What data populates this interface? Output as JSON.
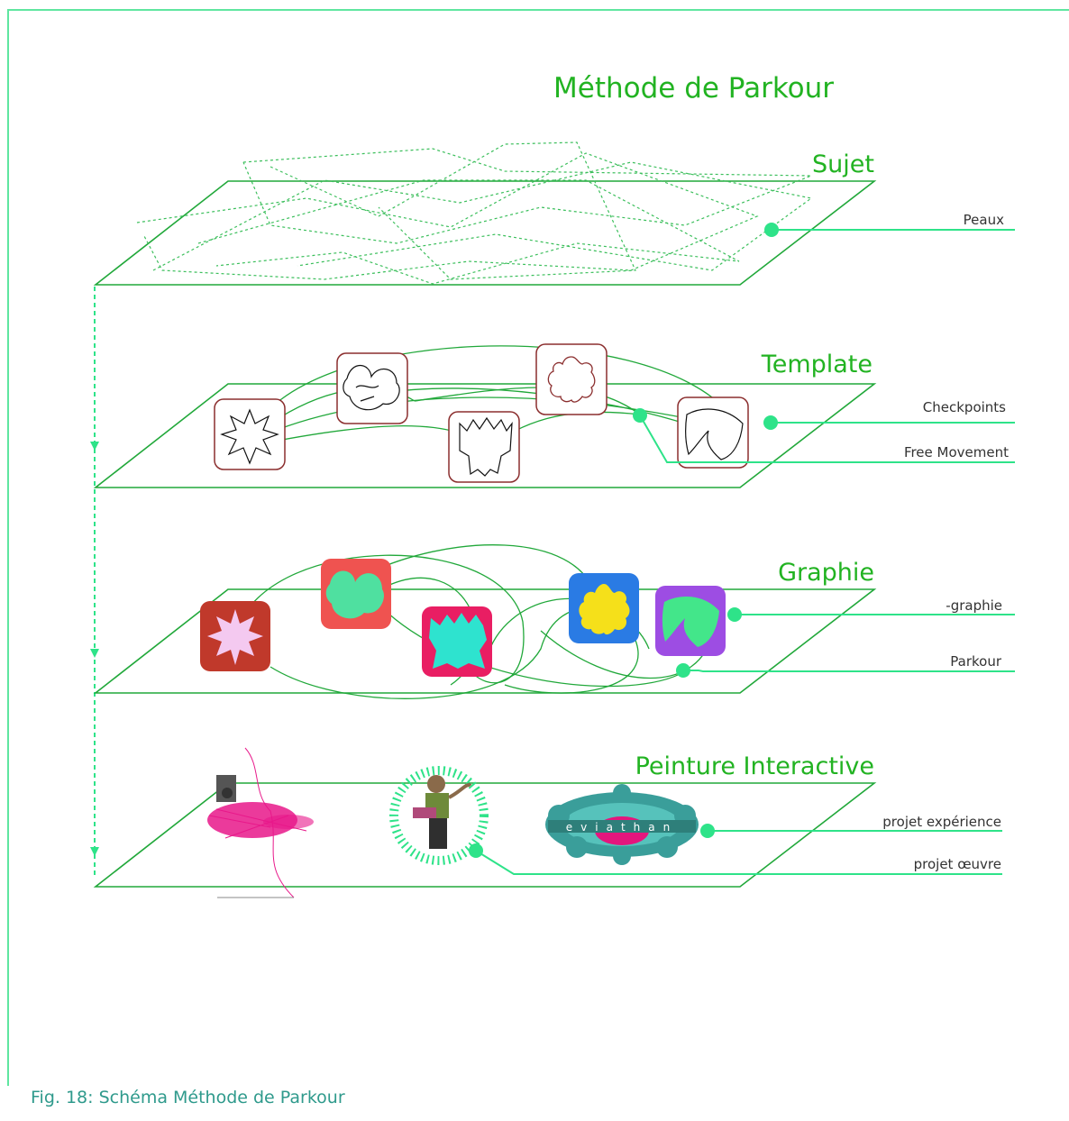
{
  "title": "Méthode de Parkour",
  "caption": "Fig. 18: Schéma Méthode de Parkour",
  "colors": {
    "accent": "#21a83a",
    "connector": "#2ee389",
    "frame": "#5fe6a0",
    "caption": "#2f9a8c"
  },
  "layers": [
    {
      "title": "Sujet",
      "labels": [
        "Peaux"
      ]
    },
    {
      "title": "Template",
      "labels": [
        "Checkpoints",
        "Free Movement"
      ]
    },
    {
      "title": "Graphie",
      "labels": [
        "-graphie",
        "Parkour"
      ]
    },
    {
      "title": "Peinture Interactive",
      "labels": [
        "projet expérience",
        "projet œuvre"
      ]
    }
  ],
  "template_icons": [
    "ink-blot-icon",
    "doodle-icon",
    "tree-icon",
    "flower-icon",
    "leaf-icon"
  ],
  "graphie_icons": [
    {
      "name": "ink-blot-icon",
      "color": "#c0392b"
    },
    {
      "name": "doodle-icon",
      "color": "#ef5350"
    },
    {
      "name": "tree-icon",
      "color": "#e91e63"
    },
    {
      "name": "flower-icon",
      "color": "#2a7be4"
    },
    {
      "name": "leaf-icon",
      "color": "#9d4de3"
    }
  ],
  "artworks": [
    "pink-scribble-map",
    "character-figure",
    "leviathan-artwork"
  ]
}
